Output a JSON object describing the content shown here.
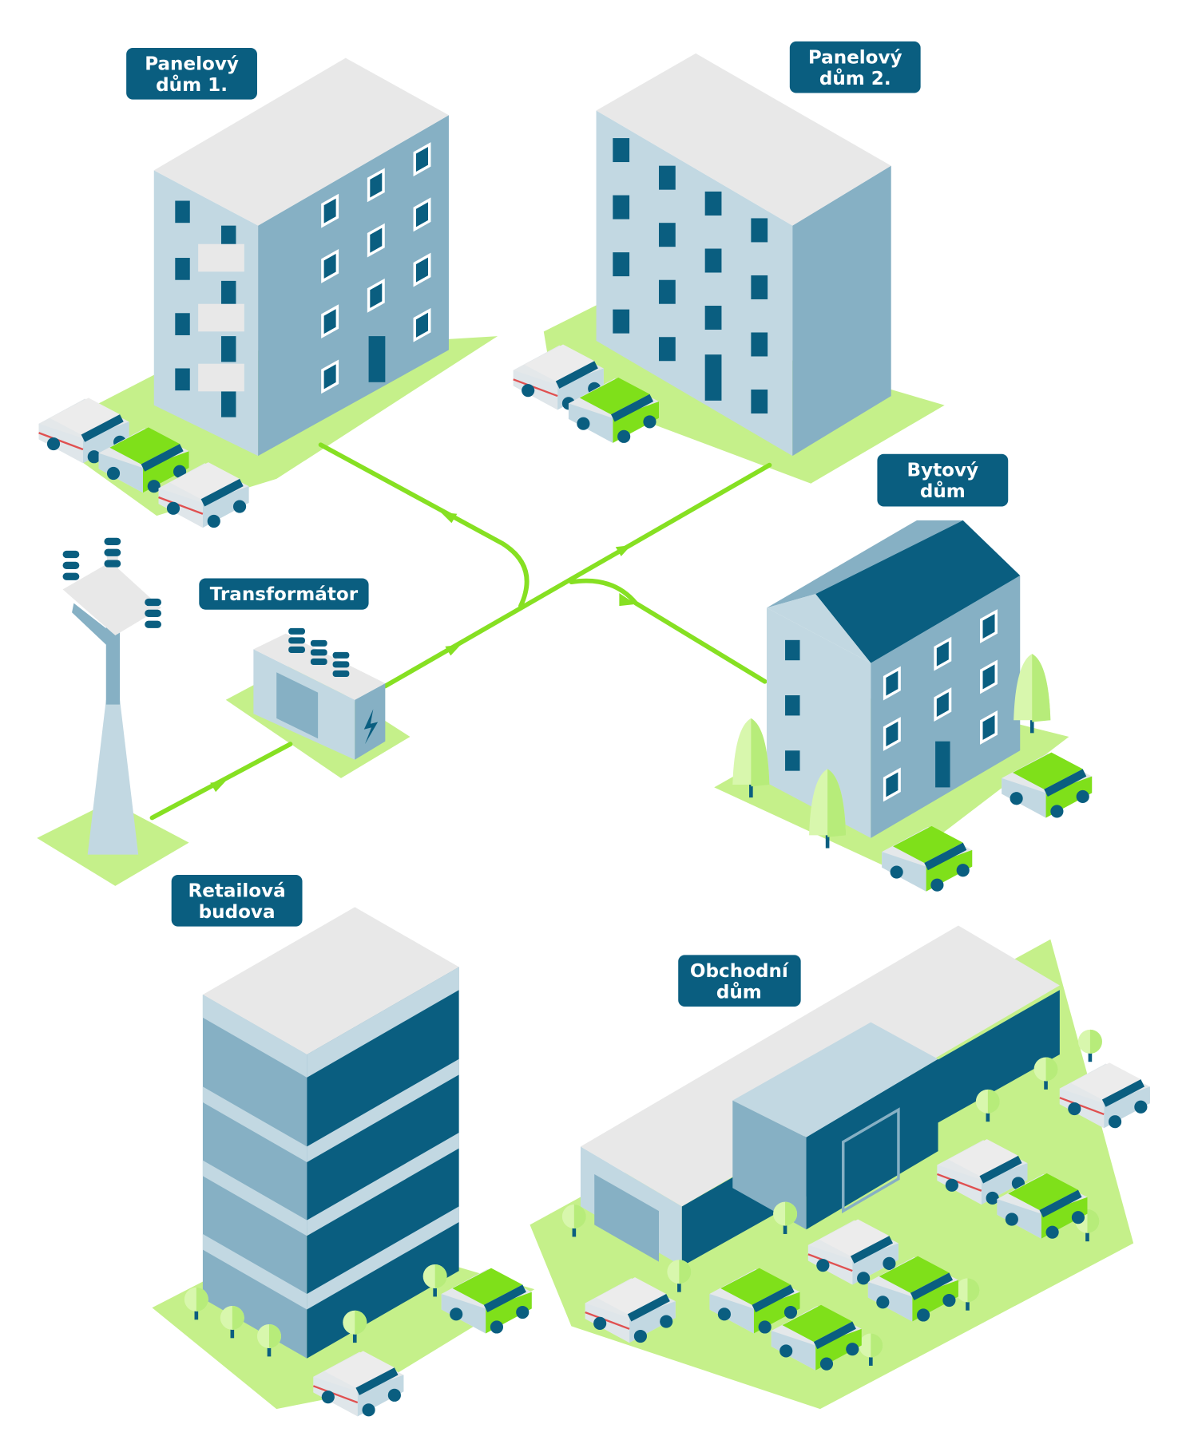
{
  "labels": {
    "panel1": [
      "Panelový",
      "dům 1."
    ],
    "panel2": [
      "Panelový",
      "dům 2."
    ],
    "bytovy": [
      "Bytový",
      "dům"
    ],
    "transformator": [
      "Transformátor"
    ],
    "retail": [
      "Retailová",
      "budova"
    ],
    "obchodni": [
      "Obchodní",
      "dům"
    ]
  },
  "colors": {
    "label_bg": "#0a5e80",
    "ground": "#c5f08a",
    "accent_green": "#7fe01a",
    "power_line": "#86e022",
    "wall_light": "#c2d8e2",
    "wall_mid": "#86b0c4",
    "wall_dark": "#0a5e80",
    "roof": "#e8e8e8"
  }
}
